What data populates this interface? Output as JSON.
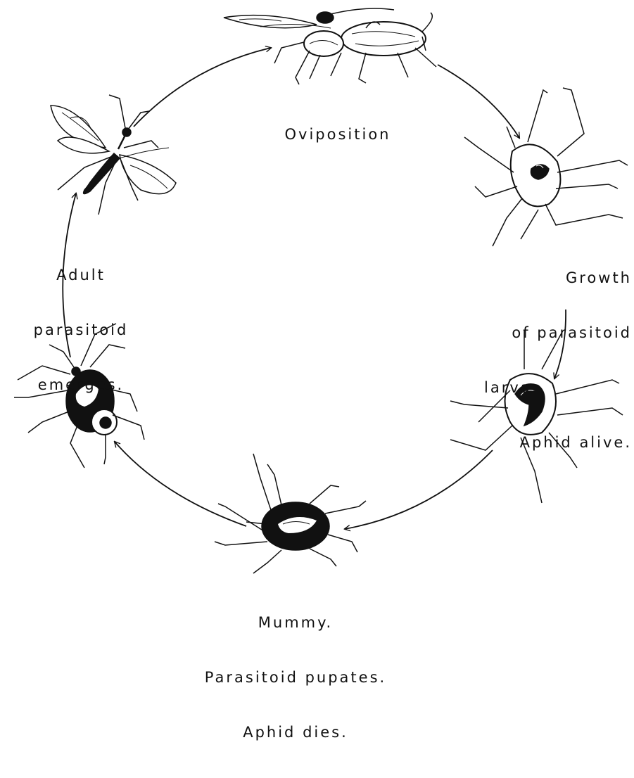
{
  "colors": {
    "ink": "#111111",
    "background": "#ffffff"
  },
  "stages": {
    "oviposition": {
      "lines": [
        "Oviposition"
      ]
    },
    "growth": {
      "lines": [
        "Growth",
        "of parasitoid",
        "larva.",
        "Aphid alive."
      ]
    },
    "mummy": {
      "lines": [
        "Mummy.",
        "Parasitoid pupates.",
        "Aphid dies."
      ]
    },
    "emergence": {
      "lines": [
        "Adult",
        "parasitoid",
        "emerges."
      ]
    }
  },
  "icons": [
    "wasp-ovipositing-icon",
    "aphid-with-larva-icon",
    "aphid-swollen-larva-icon",
    "aphid-mummy-icon",
    "mummy-emergence-hole-icon",
    "adult-wasp-icon"
  ]
}
